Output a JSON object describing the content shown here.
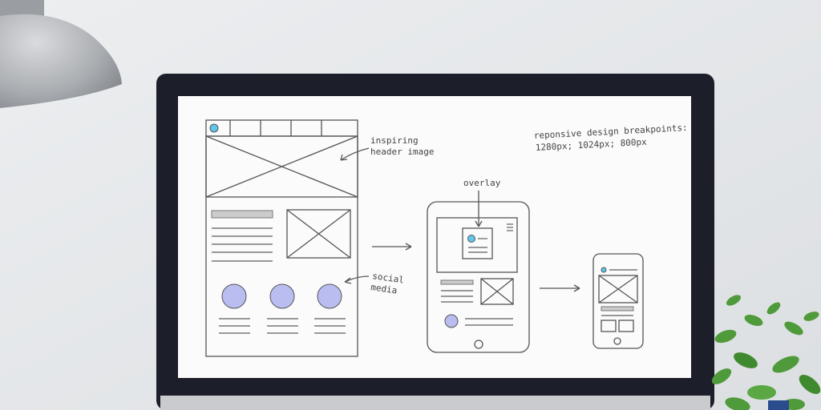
{
  "annotations": {
    "header": [
      "inspiring",
      "header image"
    ],
    "breakpoints": [
      "reponsive design breakpoints:",
      "1280px; 1024px; 800px"
    ],
    "overlay": "overlay",
    "social": [
      "social",
      "media"
    ]
  },
  "colors": {
    "wall": "#e4e6e8",
    "bezel": "#1c1e29",
    "screen": "#fbfbfb",
    "yellow": "#f6ef9e",
    "blue": "#5fc6ec",
    "lavender": "#b9bdf0",
    "leaf": "#4f9a3a"
  }
}
